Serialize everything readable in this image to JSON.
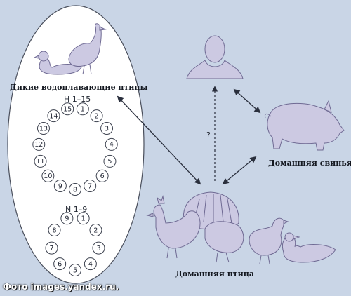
{
  "labels": {
    "wild_birds": "Дикие водоплавающие птицы",
    "domestic_pig": "Домашняя свинья",
    "domestic_poultry": "Домашняя птица",
    "question_mark": "?",
    "h_group": "H 1–15",
    "n_group": "N 1–9"
  },
  "h_subtypes": [
    "1",
    "2",
    "3",
    "4",
    "5",
    "6",
    "7",
    "8",
    "9",
    "10",
    "11",
    "12",
    "13",
    "14",
    "15"
  ],
  "n_subtypes": [
    "1",
    "2",
    "3",
    "4",
    "5",
    "6",
    "7",
    "8",
    "9"
  ],
  "credit": "Фото images.yandex.ru.",
  "colors": {
    "background": "#c9d5e6",
    "ellipse_fill": "#ffffff",
    "figure_fill": "#ccc9e2",
    "figure_stroke": "#6f6a93",
    "arrow": "#2a2f3d"
  },
  "icons": [
    "wild-duck-icon",
    "wild-goose-icon",
    "human-head-icon",
    "pig-icon",
    "rooster-icon",
    "turkey-icon",
    "hen-icon",
    "domestic-duck-icon"
  ]
}
